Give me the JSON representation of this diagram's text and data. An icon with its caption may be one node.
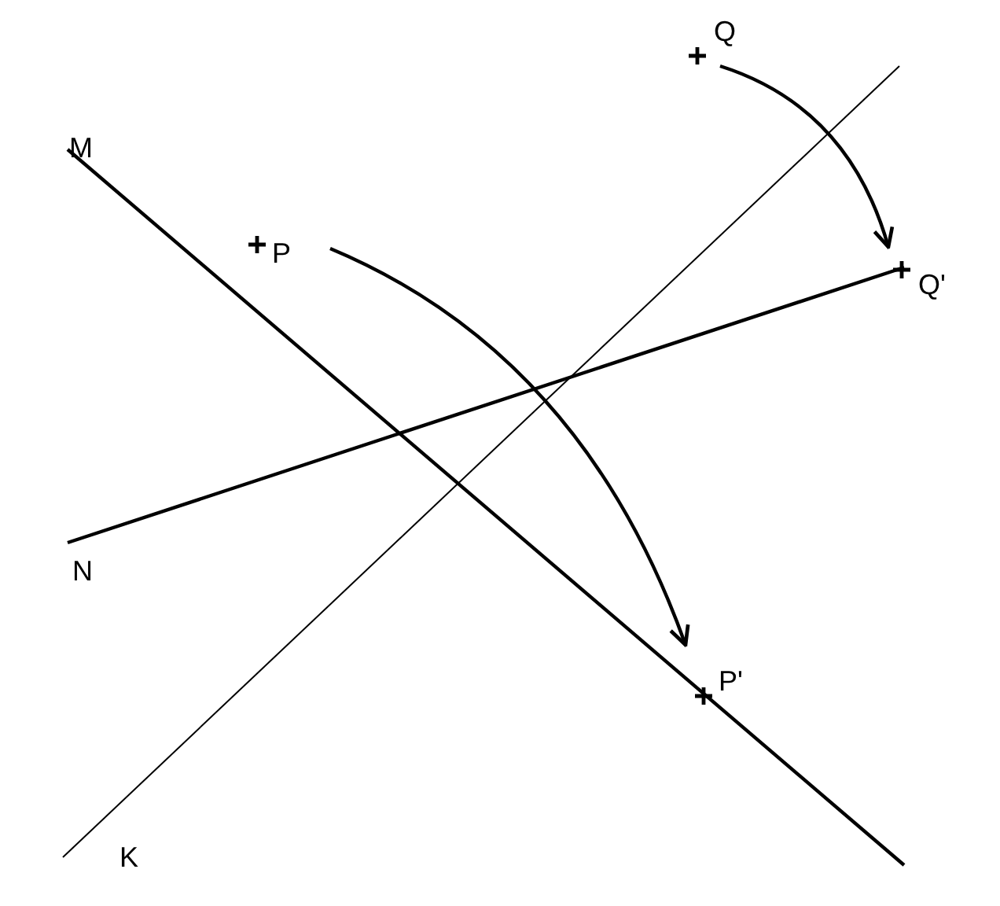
{
  "diagram": {
    "nodes": [
      {
        "text": [
          "Q"
        ]
      },
      {
        "text": [
          "P"
        ]
      },
      {
        "text": [
          "Q'"
        ]
      },
      {
        "text": [
          "P'"
        ]
      }
    ],
    "edges": [
      {
        "from": 1,
        "to": 3,
        "arrow": "to"
      },
      {
        "from": 0,
        "to": 2,
        "arrow": "to"
      }
    ],
    "labels": [
      "M",
      "N",
      "K"
    ]
  }
}
